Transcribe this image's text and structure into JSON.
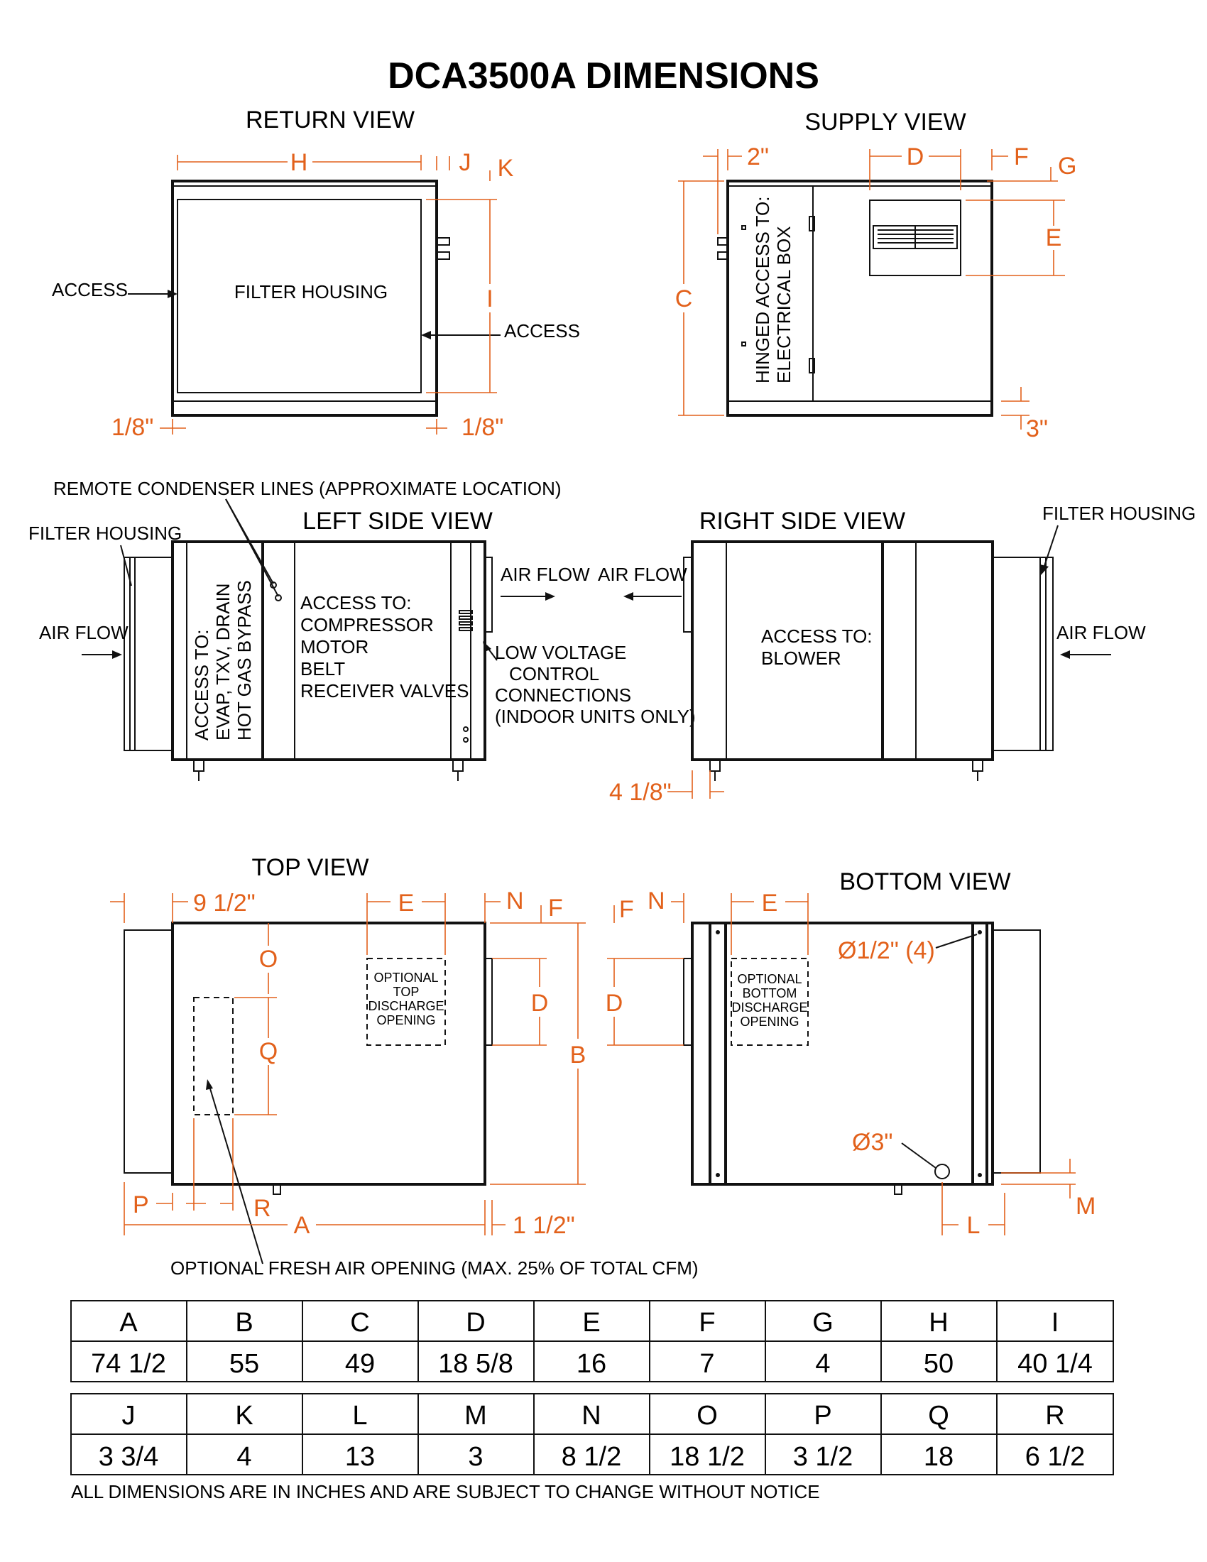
{
  "title": "DCA3500A DIMENSIONS",
  "views": {
    "return": "RETURN VIEW",
    "supply": "SUPPLY VIEW",
    "left_side": "LEFT SIDE VIEW",
    "right_side": "RIGHT SIDE VIEW",
    "top": "TOP VIEW",
    "bottom": "BOTTOM VIEW"
  },
  "labels": {
    "access": "ACCESS",
    "filter_housing": "FILTER HOUSING",
    "filter_housing_left": "FILTER HOUSING",
    "filter_housing_right": "FILTER HOUSING",
    "remote_condenser": "REMOTE CONDENSER LINES (APPROXIMATE LOCATION)",
    "air_flow": "AIR FLOW",
    "hinged_access_1": "HINGED ACCESS TO:",
    "hinged_access_2": "ELECTRICAL BOX",
    "left_access_1": "ACCESS TO:",
    "left_access_2": "EVAP, TXV, DRAIN",
    "left_access_3": "HOT GAS BYPASS",
    "comp_access": [
      "ACCESS TO:",
      "COMPRESSOR",
      "MOTOR",
      "BELT",
      "RECEIVER VALVES"
    ],
    "low_voltage": [
      "LOW VOLTAGE",
      "CONTROL",
      "CONNECTIONS",
      "(INDOOR UNITS ONLY)"
    ],
    "blower_access": [
      "ACCESS TO:",
      "BLOWER"
    ],
    "top_discharge": [
      "OPTIONAL",
      "TOP",
      "DISCHARGE",
      "OPENING"
    ],
    "bottom_discharge": [
      "OPTIONAL",
      "BOTTOM",
      "DISCHARGE",
      "OPENING"
    ],
    "fresh_air": "OPTIONAL FRESH AIR OPENING (MAX. 25% OF TOTAL CFM)"
  },
  "dims": {
    "H": "H",
    "J": "J",
    "K": "K",
    "I": "I",
    "eighth": "1/8\"",
    "two": "2\"",
    "D": "D",
    "F": "F",
    "G": "G",
    "E": "E",
    "C": "C",
    "three": "3\"",
    "four_eighth": "4 1/8\"",
    "nine_half": "9 1/2\"",
    "N": "N",
    "O": "O",
    "Q": "Q",
    "B": "B",
    "P": "P",
    "R": "R",
    "A": "A",
    "one_half": "1 1/2\"",
    "hole_small": "Ø1/2\" (4)",
    "hole_big": "Ø3\"",
    "L": "L",
    "M": "M"
  },
  "table1": {
    "headers": [
      "A",
      "B",
      "C",
      "D",
      "E",
      "F",
      "G",
      "H",
      "I"
    ],
    "values": [
      "74 1/2",
      "55",
      "49",
      "18 5/8",
      "16",
      "7",
      "4",
      "50",
      "40 1/4"
    ]
  },
  "table2": {
    "headers": [
      "J",
      "K",
      "L",
      "M",
      "N",
      "O",
      "P",
      "Q",
      "R"
    ],
    "values": [
      "3 3/4",
      "4",
      "13",
      "3",
      "8 1/2",
      "18 1/2",
      "3 1/2",
      "18",
      "6 1/2"
    ]
  },
  "footnote": "ALL DIMENSIONS ARE IN INCHES AND ARE SUBJECT TO CHANGE WITHOUT NOTICE",
  "colors": {
    "dimension": "#e2611b",
    "line": "#111111"
  }
}
